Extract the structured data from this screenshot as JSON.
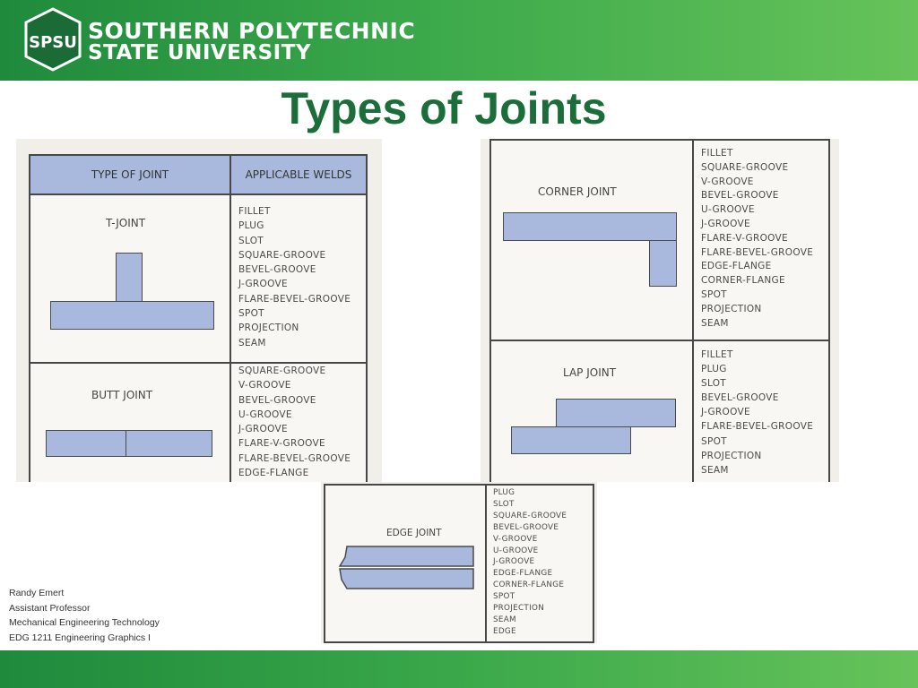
{
  "header": {
    "logo_text": "SPSU",
    "university_line1": "SOUTHERN POLYTECHNIC",
    "university_line2": "STATE UNIVERSITY",
    "color": "#3aa84a"
  },
  "slide": {
    "title": "Types of Joints",
    "title_color": "#1b6e3a"
  },
  "table_left": {
    "col_type": "TYPE OF JOINT",
    "col_welds": "APPLICABLE WELDS",
    "t_joint": {
      "name": "T-JOINT",
      "welds": [
        "FILLET",
        "PLUG",
        "SLOT",
        "SQUARE-GROOVE",
        "BEVEL-GROOVE",
        "J-GROOVE",
        "FLARE-BEVEL-GROOVE",
        "SPOT",
        "PROJECTION",
        "SEAM"
      ]
    },
    "butt_joint": {
      "name": "BUTT JOINT",
      "welds": [
        "SQUARE-GROOVE",
        "V-GROOVE",
        "BEVEL-GROOVE",
        "U-GROOVE",
        "J-GROOVE",
        "FLARE-V-GROOVE",
        "FLARE-BEVEL-GROOVE",
        "EDGE-FLANGE"
      ]
    }
  },
  "table_right": {
    "corner_joint": {
      "name": "CORNER JOINT",
      "welds": [
        "FILLET",
        "SQUARE-GROOVE",
        "V-GROOVE",
        "BEVEL-GROOVE",
        "U-GROOVE",
        "J-GROOVE",
        "FLARE-V-GROOVE",
        "FLARE-BEVEL-GROOVE",
        "EDGE-FLANGE",
        "CORNER-FLANGE",
        "SPOT",
        "PROJECTION",
        "SEAM"
      ]
    },
    "lap_joint": {
      "name": "LAP JOINT",
      "welds": [
        "FILLET",
        "PLUG",
        "SLOT",
        "BEVEL-GROOVE",
        "J-GROOVE",
        "FLARE-BEVEL-GROOVE",
        "SPOT",
        "PROJECTION",
        "SEAM"
      ]
    }
  },
  "table_bottom": {
    "edge_joint": {
      "name": "EDGE JOINT",
      "welds": [
        "PLUG",
        "SLOT",
        "SQUARE-GROOVE",
        "BEVEL-GROOVE",
        "V-GROOVE",
        "U-GROOVE",
        "J-GROOVE",
        "EDGE-FLANGE",
        "CORNER-FLANGE",
        "SPOT",
        "PROJECTION",
        "SEAM",
        "EDGE"
      ]
    }
  },
  "footer_credits": {
    "name": "Randy Emert",
    "role": "Assistant Professor",
    "dept": "Mechanical Engineering Technology",
    "course": "EDG 1211 Engineering Graphics I"
  }
}
